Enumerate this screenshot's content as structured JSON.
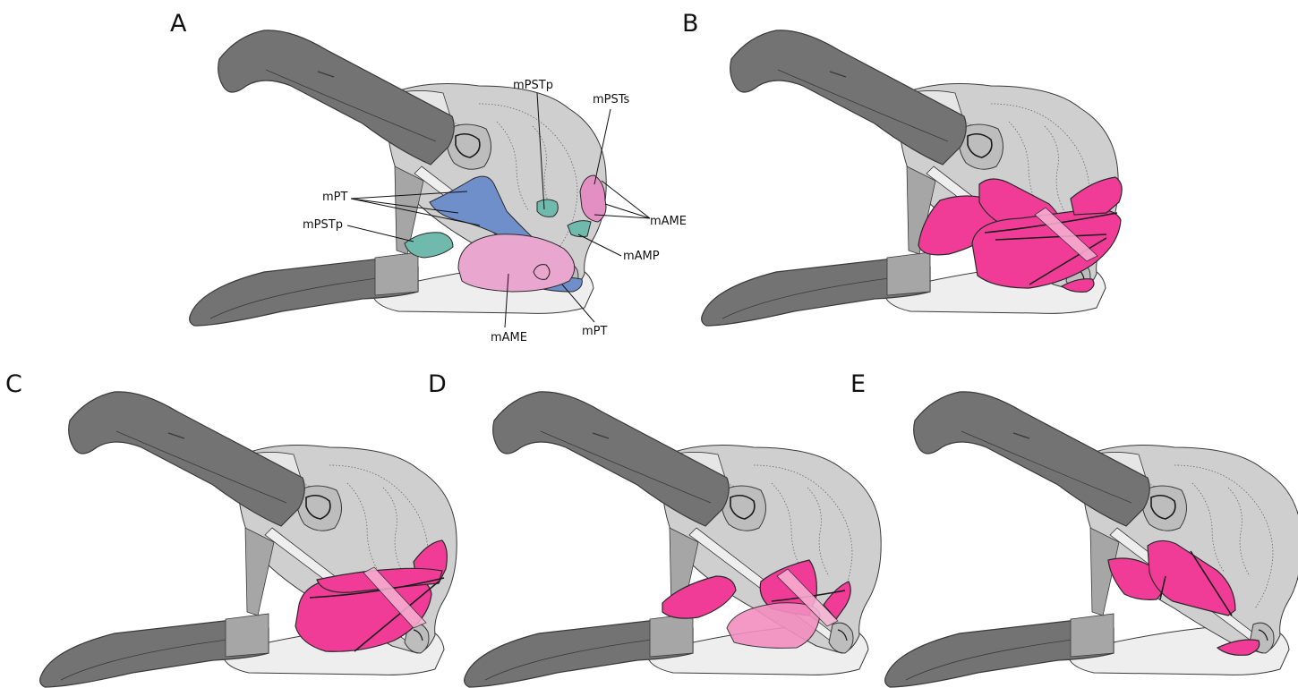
{
  "colors": {
    "bone_dark": "#737373",
    "bone_mid": "#a6a6a6",
    "bone_light": "#d9d9d9",
    "bone_lighter": "#eeeeee",
    "braincase": "#cfcfcf",
    "muscle_magenta": "#f03c96",
    "muscle_magenta_faded": "#f38ec0",
    "mAME_pink": "#e9a6cf",
    "mPSTs_pink": "#e48fc4",
    "mPT_blue": "#6f8fca",
    "mPSTp_teal": "#6fb9ad"
  },
  "panels": {
    "A": {
      "letter": "A"
    },
    "B": {
      "letter": "B"
    },
    "C": {
      "letter": "C"
    },
    "D": {
      "letter": "D"
    },
    "E": {
      "letter": "E"
    }
  },
  "labels": {
    "mPSTp_top": "mPSTp",
    "mPSTs": "mPSTs",
    "mPT_upper": "mPT",
    "mPSTp_left": "mPSTp",
    "mAME_right": "mAME",
    "mAMP": "mAMP",
    "mAME_bottom": "mAME",
    "mPT_bottom": "mPT"
  }
}
